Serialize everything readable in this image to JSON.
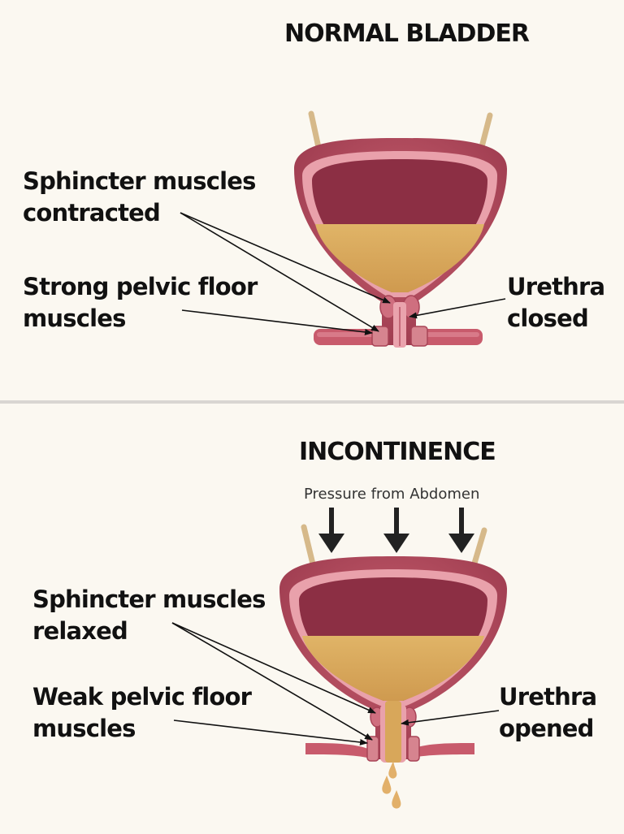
{
  "normal": {
    "title": "NORMAL BLADDER",
    "sphincter_label": [
      "Sphincter muscles",
      "contracted"
    ],
    "pelvic_label": [
      "Strong pelvic floor",
      "muscles"
    ],
    "urethra_label": [
      "Urethra",
      "closed"
    ]
  },
  "incontinence": {
    "title": "INCONTINENCE",
    "pressure_label": "Pressure from Abdomen",
    "sphincter_label": [
      "Sphincter muscles",
      "relaxed"
    ],
    "pelvic_label": [
      "Weak pelvic floor",
      "muscles"
    ],
    "urethra_label": [
      "Urethra",
      "opened"
    ]
  },
  "colors": {
    "bladder_wall": "#b84f62",
    "bladder_inner": "#8e3045",
    "lining": "#eaa3ad",
    "urine": "#d9a95e",
    "muscle": "#c45a6c",
    "tube": "#d6b98a"
  }
}
